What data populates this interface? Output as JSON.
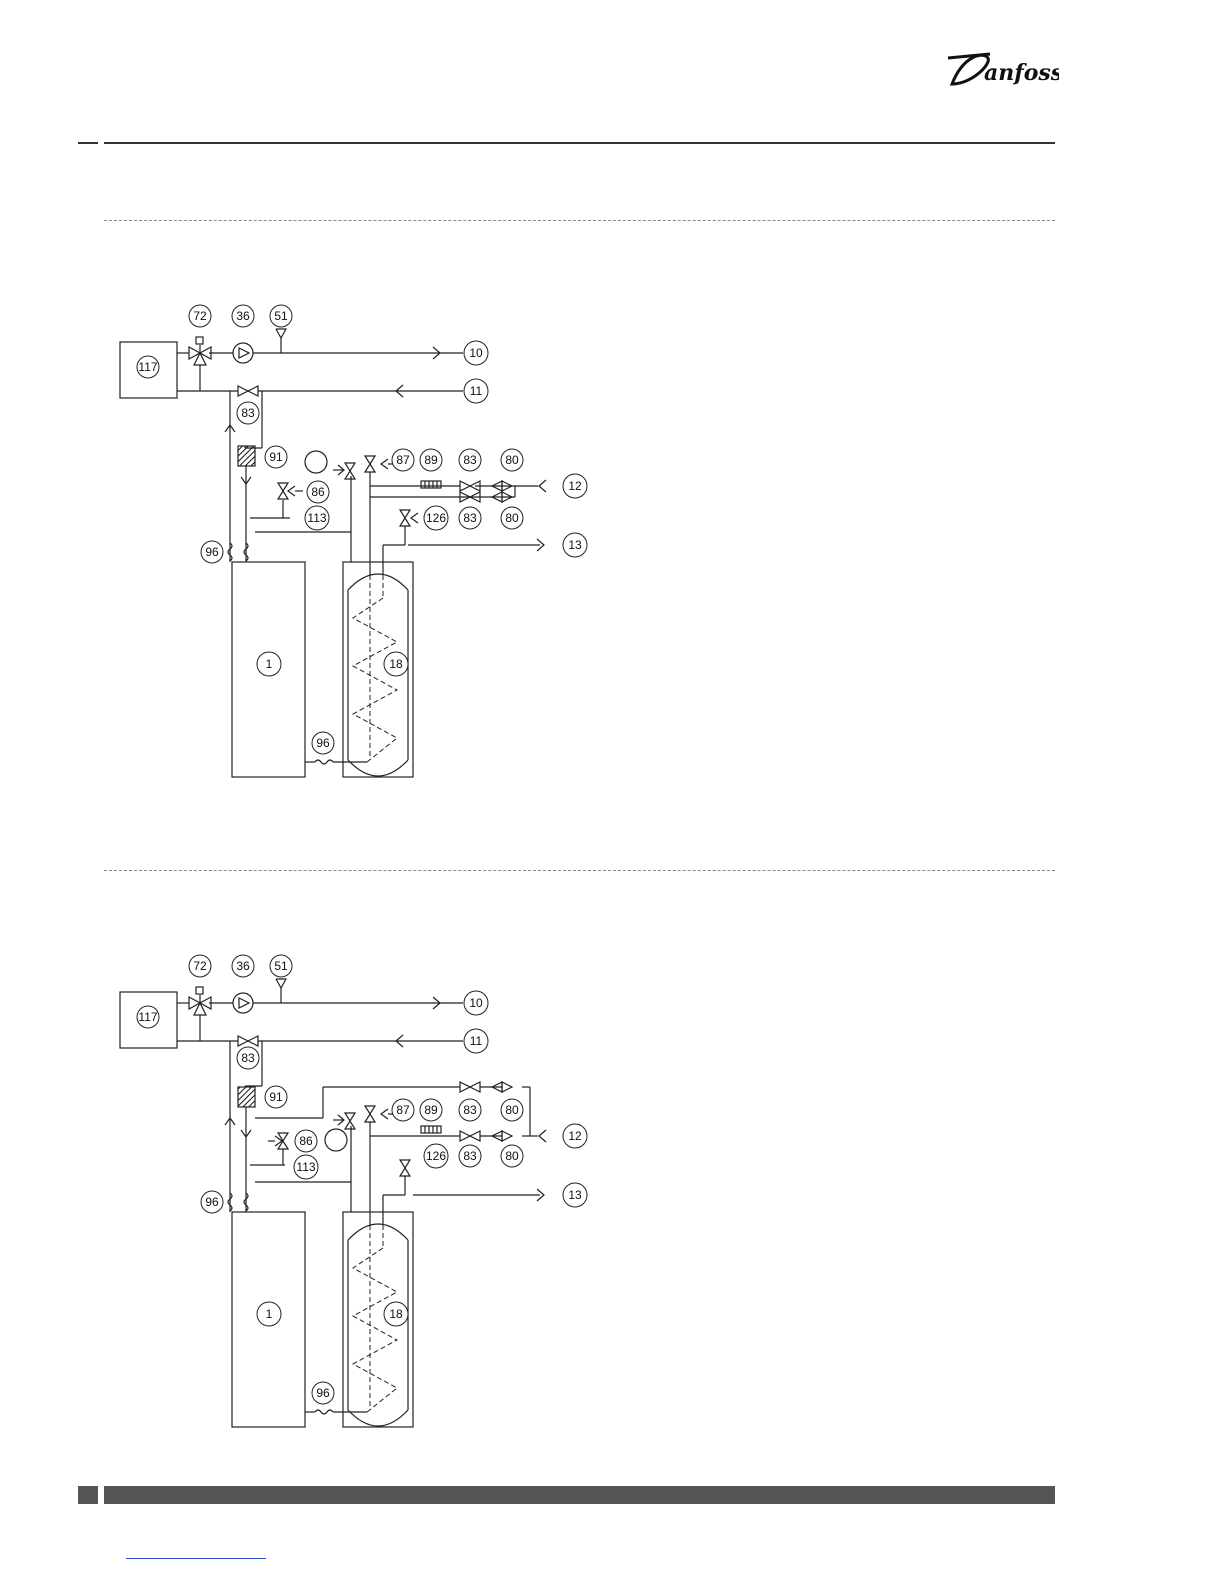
{
  "brand": {
    "name": "Danfoss"
  },
  "diagram_1": {
    "labels": {
      "c72": "72",
      "c36": "36",
      "c51": "51",
      "c10": "10",
      "c11": "11",
      "c117": "117",
      "c83a": "83",
      "c91": "91",
      "c86": "86",
      "c113": "113",
      "c87": "87",
      "c89": "89",
      "c83b": "83",
      "c80a": "80",
      "c12": "12",
      "c83c": "83",
      "c80b": "80",
      "c126": "126",
      "c13": "13",
      "c96a": "96",
      "c1": "1",
      "c18": "18",
      "c96b": "96"
    }
  },
  "diagram_2": {
    "labels": {
      "c72": "72",
      "c36": "36",
      "c51": "51",
      "c10": "10",
      "c11": "11",
      "c117": "117",
      "c83a": "83",
      "c91": "91",
      "c86": "86",
      "c113": "113",
      "c87": "87",
      "c89": "89",
      "c83b": "83",
      "c80a": "80",
      "c12": "12",
      "c83c": "83",
      "c80b": "80",
      "c126": "126",
      "c13": "13",
      "c96a": "96",
      "c1": "1",
      "c18": "18",
      "c96b": "96"
    }
  }
}
